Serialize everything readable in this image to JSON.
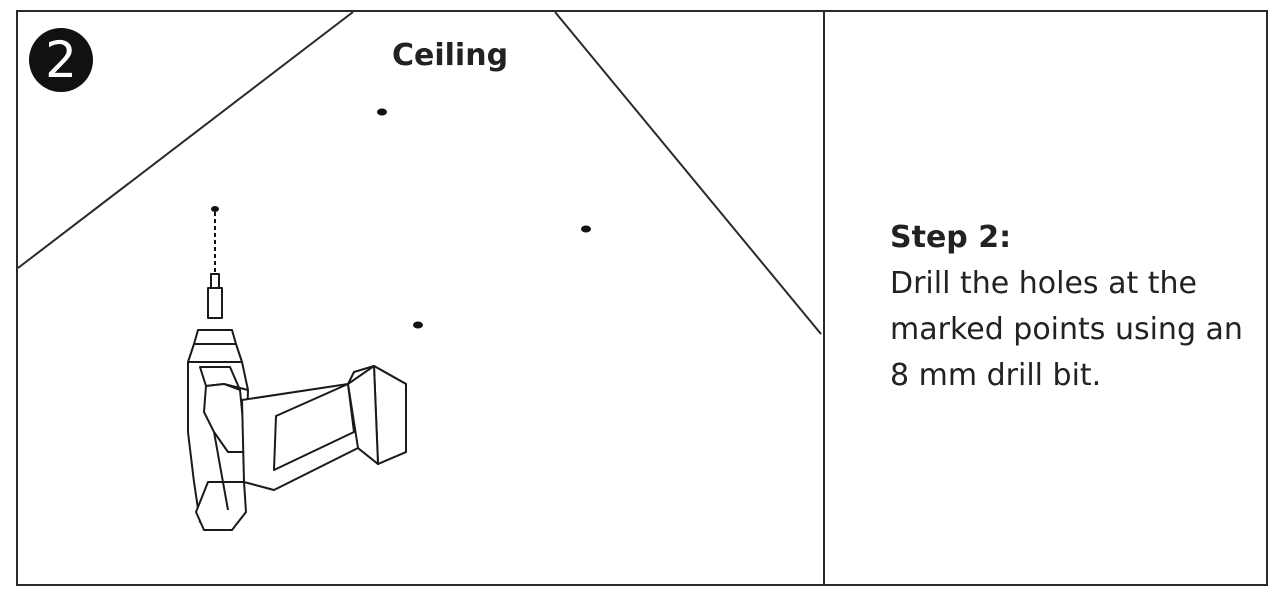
{
  "step": {
    "number": "2",
    "surface_label": "Ceiling",
    "title": "Step 2:",
    "body": "Drill the holes at the marked points using an 8 mm drill bit."
  },
  "colors": {
    "line": "#2a2a2a",
    "badge_background": "#111111",
    "badge_text": "#ffffff",
    "text": "#222222"
  },
  "icons": {
    "illustration": "drill-icon"
  }
}
